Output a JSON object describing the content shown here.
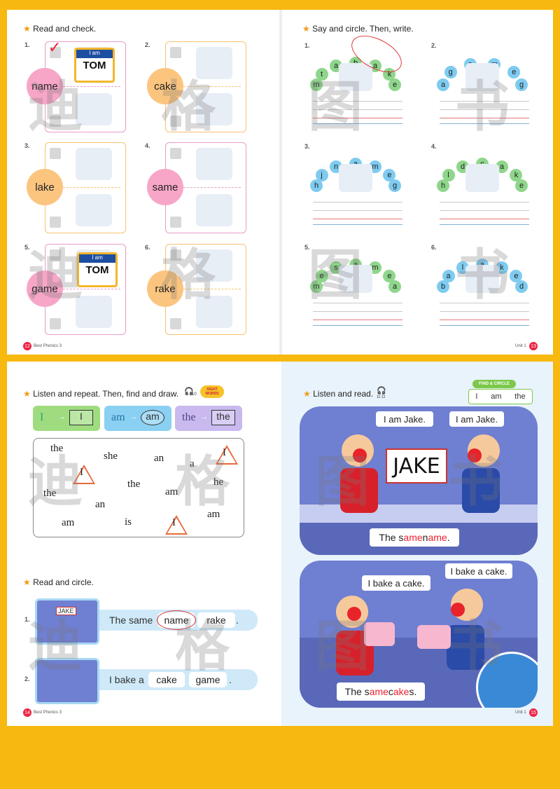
{
  "p12": {
    "instruction": "Read and check.",
    "items": [
      {
        "num": "1.",
        "word": "name",
        "checked": true
      },
      {
        "num": "2.",
        "word": "cake",
        "checked": false
      },
      {
        "num": "3.",
        "word": "lake",
        "checked": false
      },
      {
        "num": "4.",
        "word": "same",
        "checked": false
      },
      {
        "num": "5.",
        "word": "game",
        "checked": false
      },
      {
        "num": "6.",
        "word": "rake",
        "checked": false
      }
    ],
    "badge_text": "I am",
    "badge_name": "TOM",
    "footer": "Best Phonics 3",
    "page": "12"
  },
  "p13": {
    "instruction": "Say and circle. Then, write.",
    "items": [
      {
        "num": "1.",
        "letters": [
          "m",
          "t",
          "a",
          "b",
          "a",
          "k",
          "e"
        ]
      },
      {
        "num": "2.",
        "letters": [
          "a",
          "g",
          "a",
          "m",
          "e",
          "g"
        ]
      },
      {
        "num": "3.",
        "letters": [
          "h",
          "j",
          "n",
          "a",
          "m",
          "e",
          "g"
        ]
      },
      {
        "num": "4.",
        "letters": [
          "h",
          "l",
          "d",
          "c",
          "a",
          "k",
          "e"
        ]
      },
      {
        "num": "5.",
        "letters": [
          "m",
          "e",
          "s",
          "a",
          "m",
          "e",
          "a"
        ]
      },
      {
        "num": "6.",
        "letters": [
          "b",
          "a",
          "l",
          "a",
          "k",
          "e",
          "d"
        ]
      }
    ],
    "footer": "Unit 1",
    "page": "13"
  },
  "p14": {
    "instruction1": "Listen and repeat. Then, find and draw.",
    "track": "10",
    "sight_words_badge": "SIGHT WORDS",
    "examples": [
      {
        "word": "I",
        "drawn": "I"
      },
      {
        "word": "am",
        "drawn": "am"
      },
      {
        "word": "the",
        "drawn": "the"
      }
    ],
    "grid_words": [
      "the",
      "she",
      "an",
      "a",
      "I",
      "I",
      "the",
      "he",
      "the",
      "am",
      "an",
      "am",
      "is",
      "I",
      "am"
    ],
    "instruction2": "Read and circle.",
    "sentences": [
      {
        "num": "1.",
        "lead": "The same",
        "opt1": "name",
        "opt2": "rake",
        "end": ".",
        "circled": "name",
        "picture_label": "JAKE"
      },
      {
        "num": "2.",
        "lead": "I bake a",
        "opt1": "cake",
        "opt2": "game",
        "end": ".",
        "circled": ""
      }
    ],
    "footer": "Best Phonics 3",
    "page": "14"
  },
  "p15": {
    "instruction": "Listen and read.",
    "track": "11-12",
    "find_circle_title": "FIND & CIRCLE",
    "find_words": [
      "I",
      "am",
      "the"
    ],
    "scene1": {
      "bubble1": "I am Jake.",
      "bubble2": "I am Jake.",
      "sign": "JAKE",
      "caption": "The same name."
    },
    "scene2": {
      "bubble1": "I bake a cake.",
      "bubble2": "I bake a cake.",
      "caption": "The same cakes."
    },
    "footer": "Unit 1",
    "page": "15"
  },
  "watermark": [
    "迪",
    "格",
    "图",
    "书"
  ],
  "colors": {
    "frame": "#f7b80f",
    "pink": "#f7a6c8",
    "orange": "#fbc57f",
    "blue_panel": "#6f7fd1",
    "red": "#e23"
  }
}
